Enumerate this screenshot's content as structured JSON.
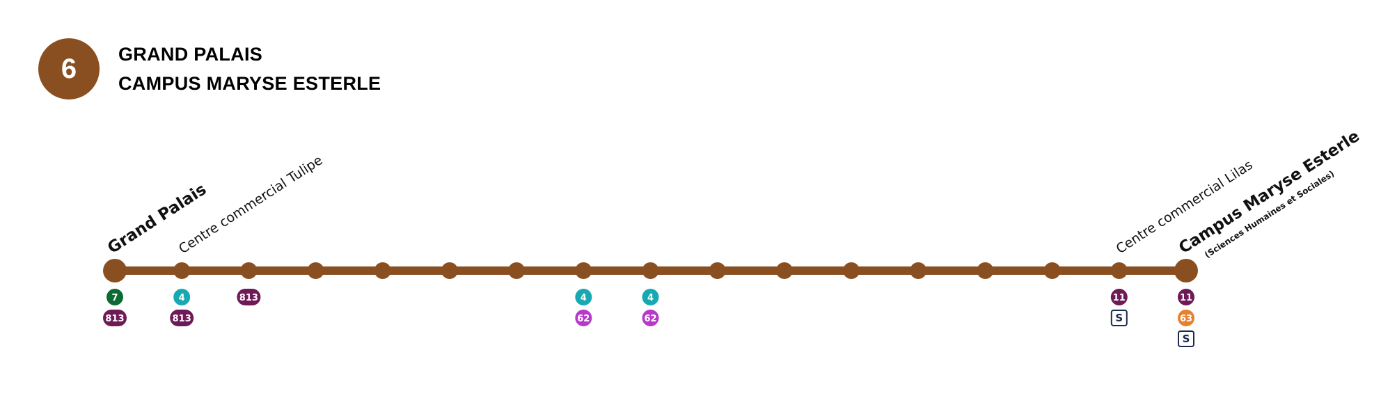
{
  "line": {
    "number": "6",
    "color": "#8a4f21",
    "terminus_a": "GRAND PALAIS",
    "terminus_b": "CAMPUS MARYSE ESTERLE"
  },
  "colors": {
    "bus_7": "#0b6b33",
    "bus_4": "#17a9b2",
    "bus_813": "#6e1a57",
    "bus_62": "#b63ac8",
    "bus_11": "#6e1a57",
    "bus_63": "#e8812e",
    "s_border": "#1d2a4d"
  },
  "stops": [
    {
      "label": "Grand Palais",
      "terminus": true,
      "connections": [
        {
          "code": "7",
          "type": "bus",
          "color": "#0b6b33"
        },
        {
          "code": "813",
          "type": "bus",
          "color": "#6e1a57"
        }
      ]
    },
    {
      "label": "Centre commercial Tulipe",
      "terminus": false,
      "connections": [
        {
          "code": "4",
          "type": "bus",
          "color": "#17a9b2"
        },
        {
          "code": "813",
          "type": "bus",
          "color": "#6e1a57"
        }
      ]
    },
    {
      "label": "",
      "terminus": false,
      "connections": [
        {
          "code": "813",
          "type": "bus",
          "color": "#6e1a57"
        }
      ]
    },
    {
      "label": "",
      "terminus": false,
      "connections": []
    },
    {
      "label": "",
      "terminus": false,
      "connections": []
    },
    {
      "label": "",
      "terminus": false,
      "connections": []
    },
    {
      "label": "",
      "terminus": false,
      "connections": []
    },
    {
      "label": "",
      "terminus": false,
      "connections": [
        {
          "code": "4",
          "type": "bus",
          "color": "#17a9b2"
        },
        {
          "code": "62",
          "type": "bus",
          "color": "#b63ac8"
        }
      ]
    },
    {
      "label": "",
      "terminus": false,
      "connections": [
        {
          "code": "4",
          "type": "bus",
          "color": "#17a9b2"
        },
        {
          "code": "62",
          "type": "bus",
          "color": "#b63ac8"
        }
      ]
    },
    {
      "label": "",
      "terminus": false,
      "connections": []
    },
    {
      "label": "",
      "terminus": false,
      "connections": []
    },
    {
      "label": "",
      "terminus": false,
      "connections": []
    },
    {
      "label": "",
      "terminus": false,
      "connections": []
    },
    {
      "label": "",
      "terminus": false,
      "connections": []
    },
    {
      "label": "",
      "terminus": false,
      "connections": []
    },
    {
      "label": "Centre commercial Lilas",
      "terminus": false,
      "connections": [
        {
          "code": "11",
          "type": "bus",
          "color": "#6e1a57"
        },
        {
          "code": "S",
          "type": "s",
          "color": "#1d2a4d"
        }
      ]
    },
    {
      "label": "Campus Maryse Esterle",
      "sublabel": "(Sciences Humaines et Sociales)",
      "terminus": true,
      "connections": [
        {
          "code": "11",
          "type": "bus",
          "color": "#6e1a57"
        },
        {
          "code": "63",
          "type": "bus",
          "color": "#e8812e"
        },
        {
          "code": "S",
          "type": "s",
          "color": "#1d2a4d"
        }
      ]
    }
  ]
}
